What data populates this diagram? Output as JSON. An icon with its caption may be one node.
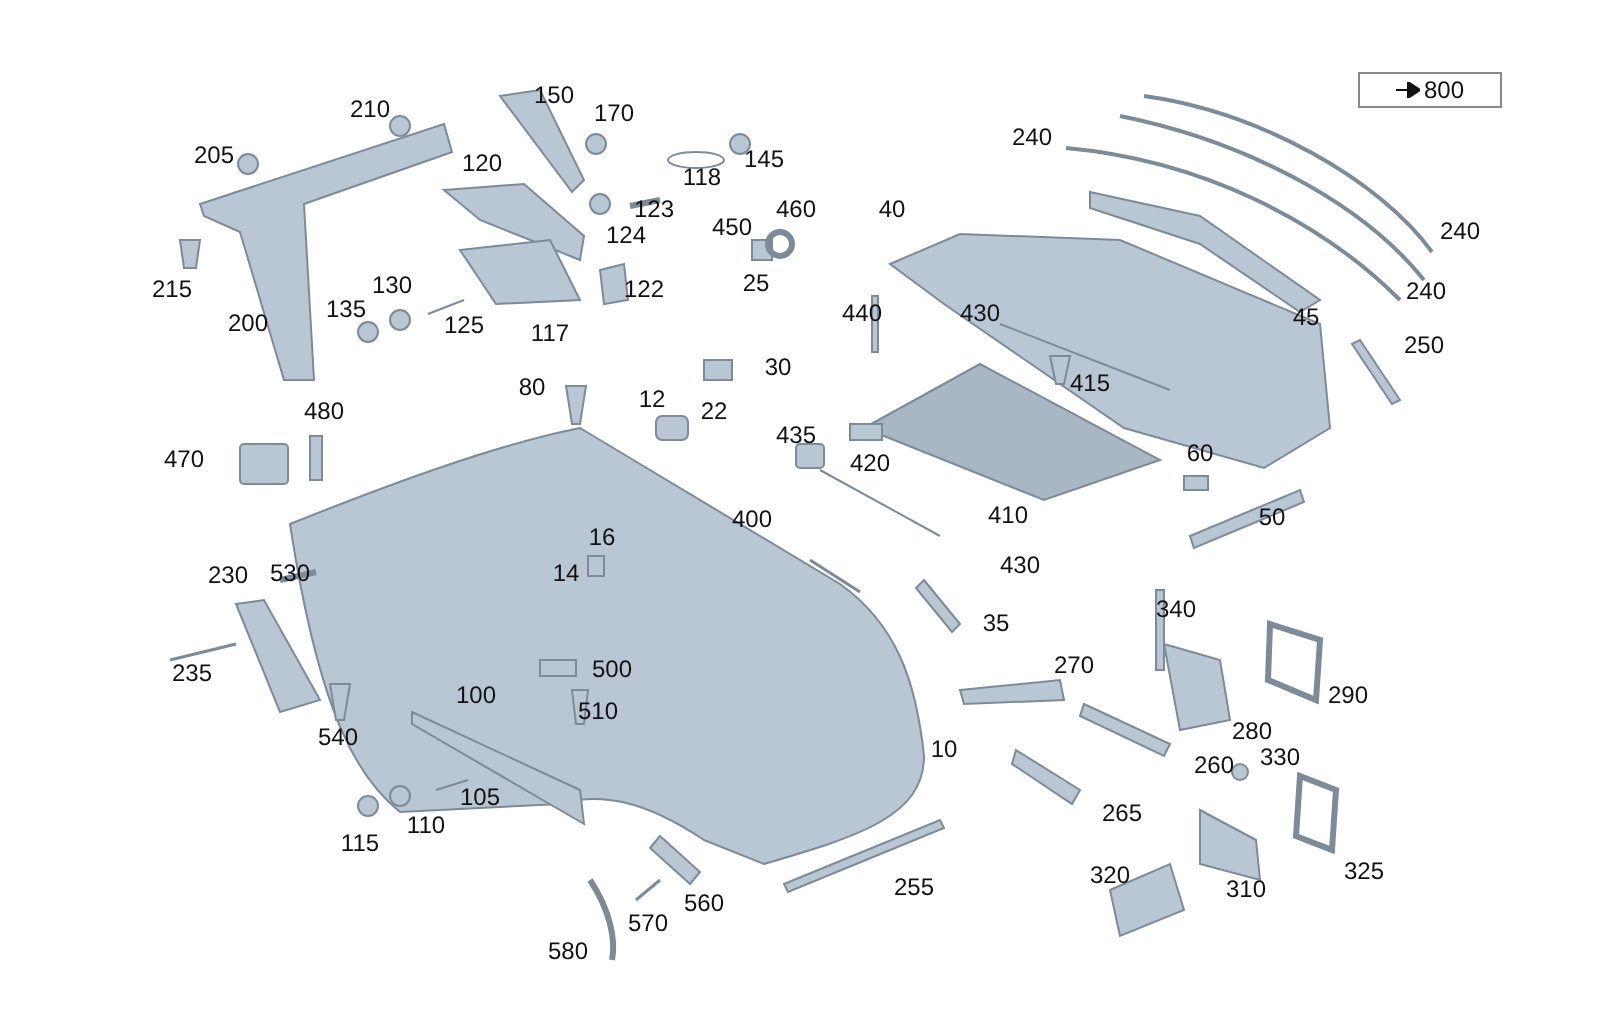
{
  "diagram": {
    "nodes": [
      {
        "text": [
          "800"
        ]
      }
    ],
    "edges": [],
    "labels": [
      "210",
      "150",
      "170",
      "205",
      "240",
      "118",
      "145",
      "120",
      "123",
      "450",
      "460",
      "40",
      "124",
      "240",
      "215",
      "130",
      "25",
      "122",
      "240",
      "135",
      "125",
      "200",
      "117",
      "440",
      "430",
      "45",
      "250",
      "30",
      "415",
      "80",
      "12",
      "22",
      "480",
      "435",
      "60",
      "470",
      "420",
      "16",
      "410",
      "400",
      "50",
      "430",
      "230",
      "530",
      "14",
      "35",
      "340",
      "235",
      "500",
      "270",
      "290",
      "100",
      "510",
      "280",
      "540",
      "330",
      "10",
      "260",
      "105",
      "110",
      "265",
      "115",
      "325",
      "320",
      "310",
      "255",
      "560",
      "570",
      "580"
    ]
  }
}
